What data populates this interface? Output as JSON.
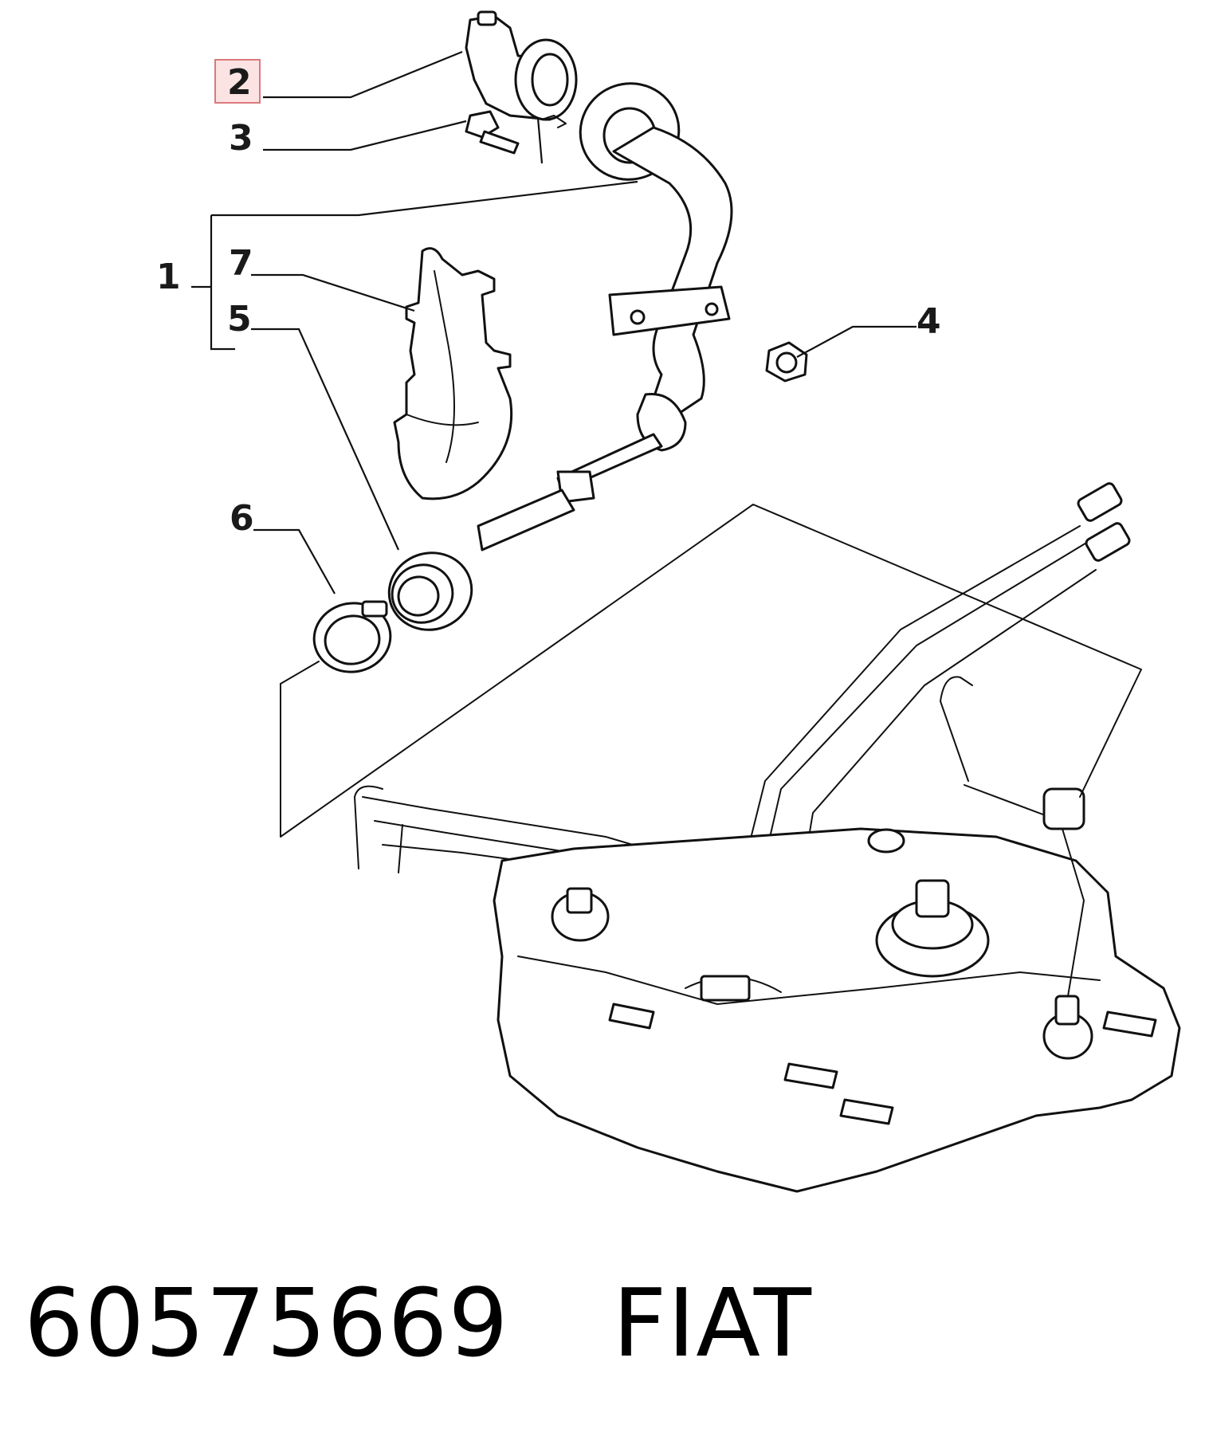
{
  "callouts": [
    {
      "id": "1",
      "label": "1"
    },
    {
      "id": "2",
      "label": "2",
      "highlighted": true
    },
    {
      "id": "3",
      "label": "3"
    },
    {
      "id": "4",
      "label": "4"
    },
    {
      "id": "5",
      "label": "5"
    },
    {
      "id": "6",
      "label": "6"
    },
    {
      "id": "7",
      "label": "7"
    }
  ],
  "caption": {
    "part_number": "60575669",
    "brand": "FIAT"
  },
  "colors": {
    "highlight_fill": "#fbe3e3",
    "highlight_border": "#d9797b",
    "line": "#111111"
  }
}
